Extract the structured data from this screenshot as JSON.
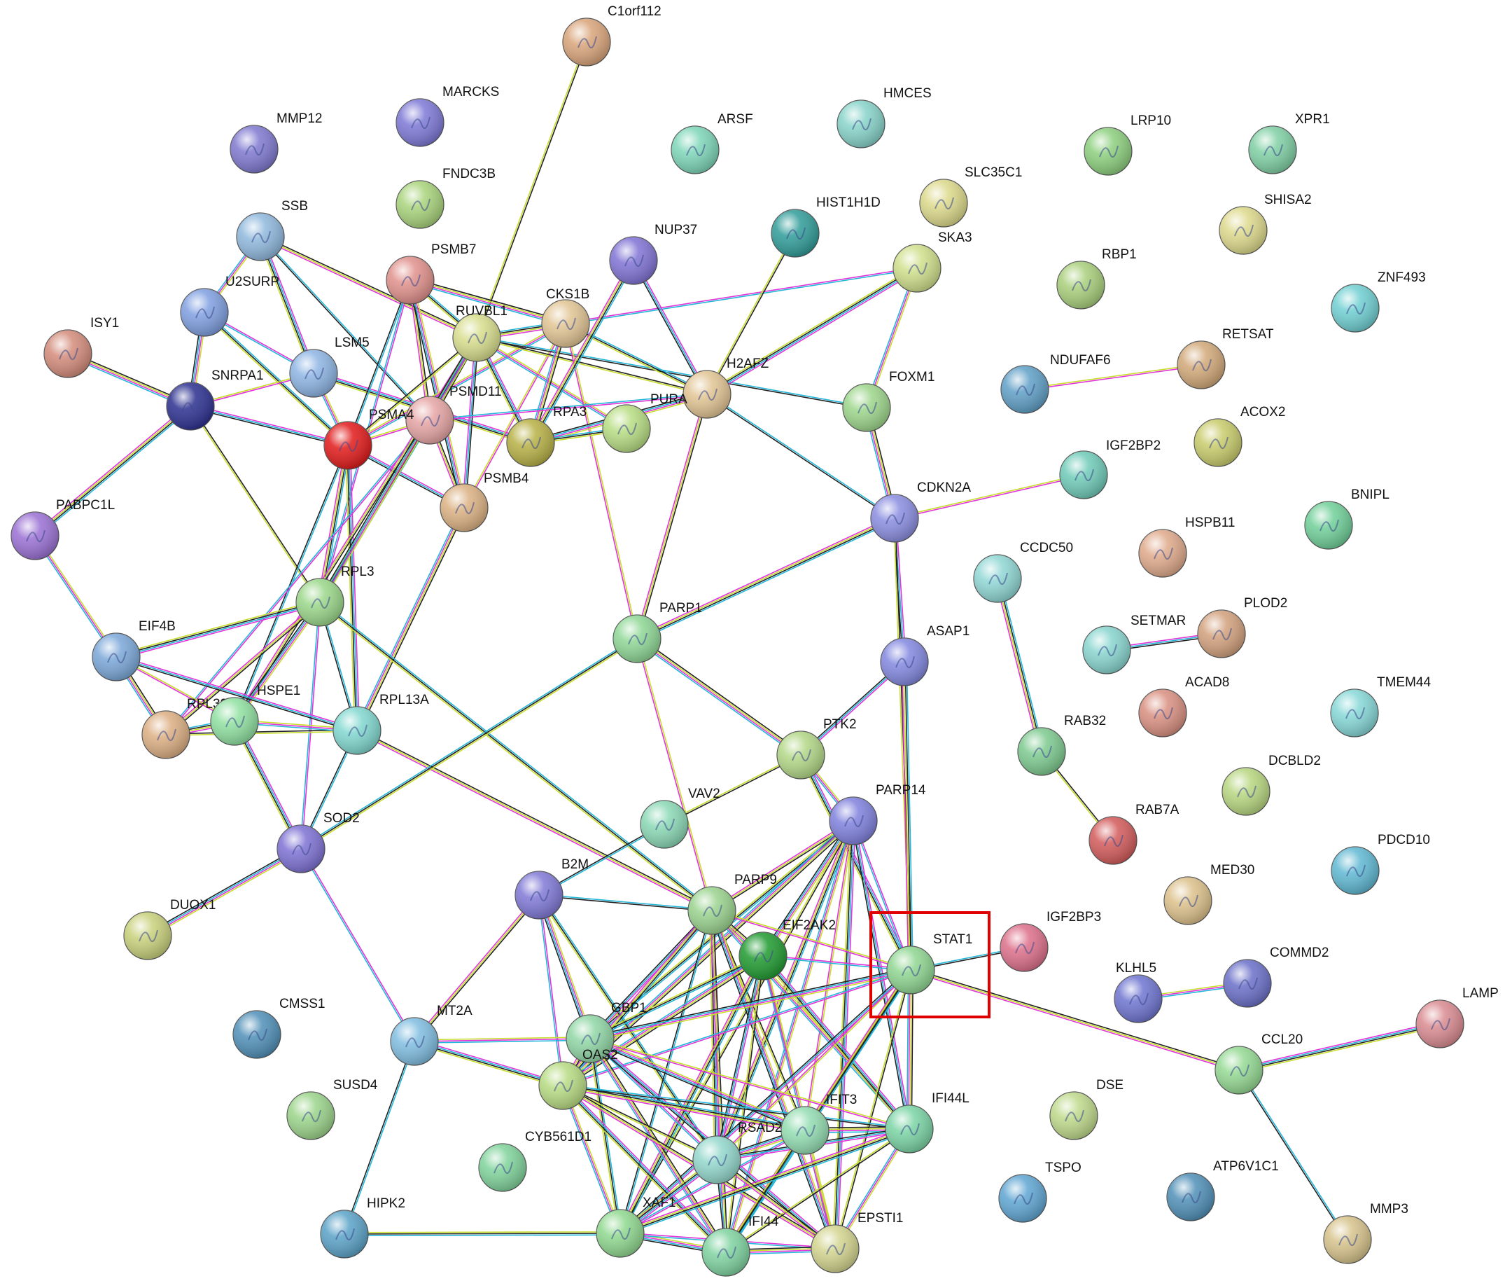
{
  "network": {
    "highlight": "STAT1",
    "highlight_color": "#e00000",
    "nodes": [
      {
        "id": "C1orf112",
        "color": "#d9a47a"
      },
      {
        "id": "MARCKS",
        "color": "#7d78d6"
      },
      {
        "id": "MMP12",
        "color": "#7f78d0"
      },
      {
        "id": "ARSF",
        "color": "#7dd6b8"
      },
      {
        "id": "HMCES",
        "color": "#86d3c9"
      },
      {
        "id": "LRP10",
        "color": "#8ccf7d"
      },
      {
        "id": "XPR1",
        "color": "#7fd0a4"
      },
      {
        "id": "FNDC3B",
        "color": "#a8d37a"
      },
      {
        "id": "SSB",
        "color": "#8fb8dd"
      },
      {
        "id": "HIST1H1D",
        "color": "#2f9c98"
      },
      {
        "id": "SLC35C1",
        "color": "#dcd98a"
      },
      {
        "id": "SHISA2",
        "color": "#ddd98b"
      },
      {
        "id": "PSMB7",
        "color": "#e0908b"
      },
      {
        "id": "NUP37",
        "color": "#7f72d4"
      },
      {
        "id": "SKA3",
        "color": "#cfdf8a"
      },
      {
        "id": "RBP1",
        "color": "#a8cf7a"
      },
      {
        "id": "ZNF493",
        "color": "#6fcfd2"
      },
      {
        "id": "U2SURP",
        "color": "#7f9fe0"
      },
      {
        "id": "ISY1",
        "color": "#d38b7a"
      },
      {
        "id": "RUVBL1",
        "color": "#d7dd8c"
      },
      {
        "id": "CKS1B",
        "color": "#e1c493"
      },
      {
        "id": "LSM5",
        "color": "#8db4e3"
      },
      {
        "id": "H2AFZ",
        "color": "#e1c493"
      },
      {
        "id": "NDUFAF6",
        "color": "#5f9fc6"
      },
      {
        "id": "RETSAT",
        "color": "#d1a878"
      },
      {
        "id": "SNRPA1",
        "color": "#2b2f8f"
      },
      {
        "id": "PSMD11",
        "color": "#e6a4a4"
      },
      {
        "id": "PSMA4",
        "color": "#e11919"
      },
      {
        "id": "RPA3",
        "color": "#b7b145"
      },
      {
        "id": "PURA",
        "color": "#b7dd82"
      },
      {
        "id": "FOXM1",
        "color": "#9dd68b"
      },
      {
        "id": "ACOX2",
        "color": "#c8cb6a"
      },
      {
        "id": "IGF2BP2",
        "color": "#6fcbb8"
      },
      {
        "id": "PSMB4",
        "color": "#dbb182"
      },
      {
        "id": "CDKN2A",
        "color": "#8a8de0"
      },
      {
        "id": "PABPC1L",
        "color": "#9a70d4"
      },
      {
        "id": "BNIPL",
        "color": "#6fcf98"
      },
      {
        "id": "HSPB11",
        "color": "#dfa98a"
      },
      {
        "id": "CCDC50",
        "color": "#8fd7d4"
      },
      {
        "id": "RPL3",
        "color": "#9ad789"
      },
      {
        "id": "SETMAR",
        "color": "#88d5cf"
      },
      {
        "id": "PLOD2",
        "color": "#d2a07c"
      },
      {
        "id": "PARP1",
        "color": "#8ed795"
      },
      {
        "id": "EIF4B",
        "color": "#7aa7d8"
      },
      {
        "id": "ASAP1",
        "color": "#8287df"
      },
      {
        "id": "ACAD8",
        "color": "#d98f80"
      },
      {
        "id": "TMEM44",
        "color": "#86d7d7"
      },
      {
        "id": "RPL39L",
        "color": "#dcae82"
      },
      {
        "id": "HSPE1",
        "color": "#8fe0a0"
      },
      {
        "id": "RPL13A",
        "color": "#80d7cf"
      },
      {
        "id": "RAB32",
        "color": "#7dca8f"
      },
      {
        "id": "PTK2",
        "color": "#b2d786"
      },
      {
        "id": "DCBLD2",
        "color": "#b7d67f"
      },
      {
        "id": "VAV2",
        "color": "#8ad8b5"
      },
      {
        "id": "PARP14",
        "color": "#7f80dd"
      },
      {
        "id": "SOD2",
        "color": "#7d71d4"
      },
      {
        "id": "RAB7A",
        "color": "#d35a5a"
      },
      {
        "id": "PDCD10",
        "color": "#5fb8d2"
      },
      {
        "id": "B2M",
        "color": "#7f78d6"
      },
      {
        "id": "MED30",
        "color": "#dcc08a"
      },
      {
        "id": "PARP9",
        "color": "#9ad38e"
      },
      {
        "id": "DUOX1",
        "color": "#c8d07a"
      },
      {
        "id": "EIF2AK2",
        "color": "#1f9a2f"
      },
      {
        "id": "IGF2BP3",
        "color": "#dd6f8a"
      },
      {
        "id": "STAT1",
        "color": "#8fd691"
      },
      {
        "id": "COMMD2",
        "color": "#6a6fc8"
      },
      {
        "id": "KLHL5",
        "color": "#6e74d0"
      },
      {
        "id": "LAMP",
        "color": "#d98a90"
      },
      {
        "id": "CMSS1",
        "color": "#4f8fb7"
      },
      {
        "id": "MT2A",
        "color": "#7fbde0"
      },
      {
        "id": "GBP1",
        "color": "#8fd6a4"
      },
      {
        "id": "CCL20",
        "color": "#94d992"
      },
      {
        "id": "OAS2",
        "color": "#b7db82"
      },
      {
        "id": "SUSD4",
        "color": "#9bd48a"
      },
      {
        "id": "DSE",
        "color": "#bed98a"
      },
      {
        "id": "IFIT3",
        "color": "#93ddb1"
      },
      {
        "id": "IFI44L",
        "color": "#7ad4a4"
      },
      {
        "id": "RSAD2",
        "color": "#92d7cb"
      },
      {
        "id": "CYB561D1",
        "color": "#7fd39a"
      },
      {
        "id": "TSPO",
        "color": "#5ea5d2"
      },
      {
        "id": "ATP6V1C1",
        "color": "#4f8fb7"
      },
      {
        "id": "HIPK2",
        "color": "#5aa2c7"
      },
      {
        "id": "XAF1",
        "color": "#8fd88f"
      },
      {
        "id": "IFI44",
        "color": "#7fd3a0"
      },
      {
        "id": "EPSTI1",
        "color": "#d2d48e"
      },
      {
        "id": "MMP3",
        "color": "#d6c28a"
      }
    ],
    "edges": [
      [
        "C1orf112",
        "RUVBL1"
      ],
      [
        "SSB",
        "U2SURP"
      ],
      [
        "SSB",
        "LSM5"
      ],
      [
        "SSB",
        "PSMD11"
      ],
      [
        "SSB",
        "RUVBL1"
      ],
      [
        "U2SURP",
        "SNRPA1"
      ],
      [
        "U2SURP",
        "LSM5"
      ],
      [
        "U2SURP",
        "PSMA4"
      ],
      [
        "ISY1",
        "SNRPA1"
      ],
      [
        "SNRPA1",
        "LSM5"
      ],
      [
        "SNRPA1",
        "PSMA4"
      ],
      [
        "SNRPA1",
        "PABPC1L"
      ],
      [
        "SNRPA1",
        "RPL3"
      ],
      [
        "LSM5",
        "PSMA4"
      ],
      [
        "LSM5",
        "RPA3"
      ],
      [
        "PSMB7",
        "PSMA4"
      ],
      [
        "PSMB7",
        "PSMD11"
      ],
      [
        "PSMB7",
        "PSMB4"
      ],
      [
        "PSMB7",
        "RPL3"
      ],
      [
        "PSMB7",
        "RUVBL1"
      ],
      [
        "PSMB7",
        "CKS1B"
      ],
      [
        "PSMA4",
        "PSMD11"
      ],
      [
        "PSMA4",
        "PSMB4"
      ],
      [
        "PSMA4",
        "RPL3"
      ],
      [
        "PSMA4",
        "RUVBL1"
      ],
      [
        "PSMA4",
        "CKS1B"
      ],
      [
        "PSMA4",
        "RPL13A"
      ],
      [
        "PSMA4",
        "HSPE1"
      ],
      [
        "PSMD11",
        "PSMB4"
      ],
      [
        "PSMD11",
        "RUVBL1"
      ],
      [
        "PSMD11",
        "RPL39L"
      ],
      [
        "PSMD11",
        "RPL3"
      ],
      [
        "PSMB4",
        "RPL13A"
      ],
      [
        "PSMB4",
        "CKS1B"
      ],
      [
        "PSMB4",
        "RUVBL1"
      ],
      [
        "RUVBL1",
        "CKS1B"
      ],
      [
        "RUVBL1",
        "H2AFZ"
      ],
      [
        "RUVBL1",
        "PURA"
      ],
      [
        "RUVBL1",
        "RPA3"
      ],
      [
        "RUVBL1",
        "FOXM1"
      ],
      [
        "RUVBL1",
        "HSPE1"
      ],
      [
        "RUVBL1",
        "RPL3"
      ],
      [
        "CKS1B",
        "SKA3"
      ],
      [
        "CKS1B",
        "H2AFZ"
      ],
      [
        "CKS1B",
        "RPA3"
      ],
      [
        "CKS1B",
        "PARP1"
      ],
      [
        "NUP37",
        "H2AFZ"
      ],
      [
        "NUP37",
        "RPA3"
      ],
      [
        "HIST1H1D",
        "H2AFZ"
      ],
      [
        "SKA3",
        "FOXM1"
      ],
      [
        "SKA3",
        "H2AFZ"
      ],
      [
        "H2AFZ",
        "CDKN2A"
      ],
      [
        "H2AFZ",
        "PARP1"
      ],
      [
        "H2AFZ",
        "RPA3"
      ],
      [
        "H2AFZ",
        "PSMD11"
      ],
      [
        "RPA3",
        "PURA"
      ],
      [
        "FOXM1",
        "CDKN2A"
      ],
      [
        "CDKN2A",
        "IGF2BP2"
      ],
      [
        "CDKN2A",
        "ASAP1"
      ],
      [
        "CDKN2A",
        "PARP1"
      ],
      [
        "CDKN2A",
        "STAT1"
      ],
      [
        "PABPC1L",
        "EIF4B"
      ],
      [
        "RPL3",
        "EIF4B"
      ],
      [
        "RPL3",
        "RPL13A"
      ],
      [
        "RPL3",
        "RPL39L"
      ],
      [
        "RPL3",
        "HSPE1"
      ],
      [
        "RPL3",
        "SOD2"
      ],
      [
        "RPL3",
        "PARP9"
      ],
      [
        "EIF4B",
        "RPL39L"
      ],
      [
        "EIF4B",
        "HSPE1"
      ],
      [
        "EIF4B",
        "RPL13A"
      ],
      [
        "RPL39L",
        "HSPE1"
      ],
      [
        "RPL39L",
        "RPL13A"
      ],
      [
        "HSPE1",
        "RPL13A"
      ],
      [
        "HSPE1",
        "SOD2"
      ],
      [
        "RPL13A",
        "SOD2"
      ],
      [
        "RPL13A",
        "PARP9"
      ],
      [
        "SOD2",
        "DUOX1"
      ],
      [
        "SOD2",
        "MT2A"
      ],
      [
        "SOD2",
        "PARP1"
      ],
      [
        "PARP1",
        "PTK2"
      ],
      [
        "PARP1",
        "PARP9"
      ],
      [
        "ASAP1",
        "PTK2"
      ],
      [
        "ASAP1",
        "STAT1"
      ],
      [
        "PTK2",
        "VAV2"
      ],
      [
        "PTK2",
        "PARP14"
      ],
      [
        "PTK2",
        "STAT1"
      ],
      [
        "VAV2",
        "B2M"
      ],
      [
        "PARP14",
        "PARP9"
      ],
      [
        "PARP14",
        "EIF2AK2"
      ],
      [
        "PARP14",
        "STAT1"
      ],
      [
        "PARP14",
        "GBP1"
      ],
      [
        "PARP14",
        "OAS2"
      ],
      [
        "PARP14",
        "IFIT3"
      ],
      [
        "PARP14",
        "IFI44L"
      ],
      [
        "PARP14",
        "RSAD2"
      ],
      [
        "PARP14",
        "XAF1"
      ],
      [
        "PARP14",
        "IFI44"
      ],
      [
        "PARP14",
        "EPSTI1"
      ],
      [
        "B2M",
        "PARP9"
      ],
      [
        "B2M",
        "MT2A"
      ],
      [
        "B2M",
        "GBP1"
      ],
      [
        "B2M",
        "OAS2"
      ],
      [
        "B2M",
        "RSAD2"
      ],
      [
        "PARP9",
        "EIF2AK2"
      ],
      [
        "PARP9",
        "STAT1"
      ],
      [
        "PARP9",
        "GBP1"
      ],
      [
        "PARP9",
        "OAS2"
      ],
      [
        "PARP9",
        "IFIT3"
      ],
      [
        "PARP9",
        "IFI44L"
      ],
      [
        "PARP9",
        "RSAD2"
      ],
      [
        "PARP9",
        "XAF1"
      ],
      [
        "PARP9",
        "IFI44"
      ],
      [
        "PARP9",
        "EPSTI1"
      ],
      [
        "EIF2AK2",
        "STAT1"
      ],
      [
        "EIF2AK2",
        "GBP1"
      ],
      [
        "EIF2AK2",
        "OAS2"
      ],
      [
        "EIF2AK2",
        "IFIT3"
      ],
      [
        "EIF2AK2",
        "RSAD2"
      ],
      [
        "EIF2AK2",
        "XAF1"
      ],
      [
        "EIF2AK2",
        "IFI44"
      ],
      [
        "EIF2AK2",
        "EPSTI1"
      ],
      [
        "EIF2AK2",
        "IFI44L"
      ],
      [
        "STAT1",
        "IGF2BP3"
      ],
      [
        "STAT1",
        "CCL20"
      ],
      [
        "STAT1",
        "GBP1"
      ],
      [
        "STAT1",
        "OAS2"
      ],
      [
        "STAT1",
        "IFIT3"
      ],
      [
        "STAT1",
        "IFI44L"
      ],
      [
        "STAT1",
        "RSAD2"
      ],
      [
        "STAT1",
        "XAF1"
      ],
      [
        "STAT1",
        "IFI44"
      ],
      [
        "STAT1",
        "EPSTI1"
      ],
      [
        "MT2A",
        "GBP1"
      ],
      [
        "MT2A",
        "OAS2"
      ],
      [
        "MT2A",
        "HIPK2"
      ],
      [
        "GBP1",
        "OAS2"
      ],
      [
        "GBP1",
        "IFIT3"
      ],
      [
        "GBP1",
        "RSAD2"
      ],
      [
        "GBP1",
        "XAF1"
      ],
      [
        "GBP1",
        "IFI44"
      ],
      [
        "GBP1",
        "IFI44L"
      ],
      [
        "GBP1",
        "EPSTI1"
      ],
      [
        "OAS2",
        "IFIT3"
      ],
      [
        "OAS2",
        "RSAD2"
      ],
      [
        "OAS2",
        "XAF1"
      ],
      [
        "OAS2",
        "IFI44"
      ],
      [
        "OAS2",
        "IFI44L"
      ],
      [
        "OAS2",
        "EPSTI1"
      ],
      [
        "IFIT3",
        "RSAD2"
      ],
      [
        "IFIT3",
        "XAF1"
      ],
      [
        "IFIT3",
        "IFI44"
      ],
      [
        "IFIT3",
        "IFI44L"
      ],
      [
        "IFIT3",
        "EPSTI1"
      ],
      [
        "IFI44L",
        "RSAD2"
      ],
      [
        "IFI44L",
        "XAF1"
      ],
      [
        "IFI44L",
        "IFI44"
      ],
      [
        "IFI44L",
        "EPSTI1"
      ],
      [
        "RSAD2",
        "XAF1"
      ],
      [
        "RSAD2",
        "IFI44"
      ],
      [
        "RSAD2",
        "EPSTI1"
      ],
      [
        "XAF1",
        "IFI44"
      ],
      [
        "XAF1",
        "EPSTI1"
      ],
      [
        "XAF1",
        "HIPK2"
      ],
      [
        "IFI44",
        "EPSTI1"
      ],
      [
        "NDUFAF6",
        "RETSAT"
      ],
      [
        "SETMAR",
        "PLOD2"
      ],
      [
        "CCDC50",
        "RAB32"
      ],
      [
        "RAB32",
        "RAB7A"
      ],
      [
        "KLHL5",
        "COMMD2"
      ],
      [
        "CCL20",
        "LAMP"
      ],
      [
        "CCL20",
        "MMP3"
      ]
    ]
  }
}
